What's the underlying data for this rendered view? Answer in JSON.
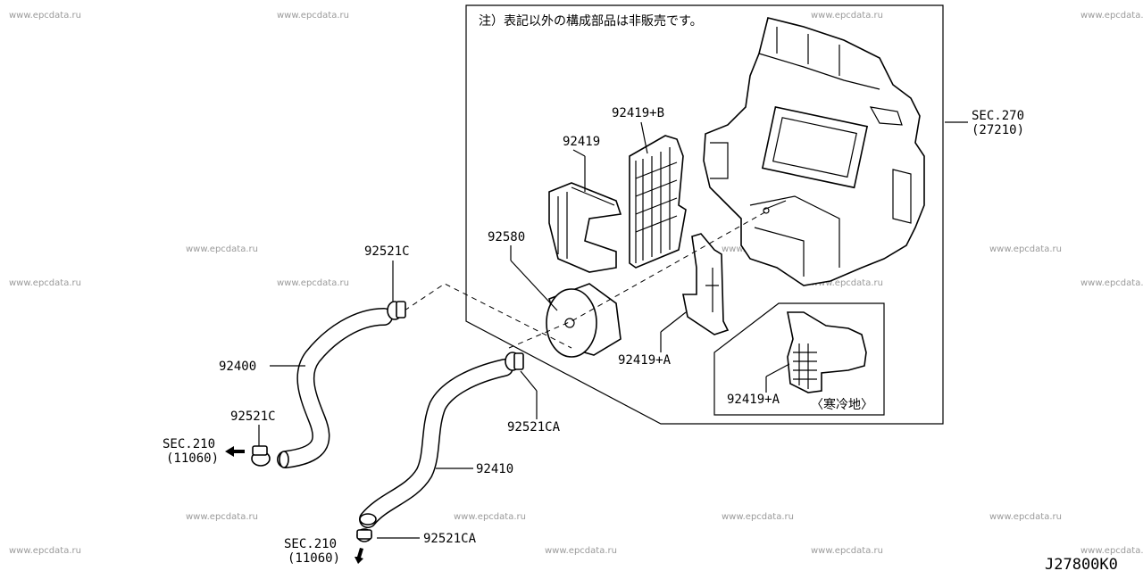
{
  "diagram": {
    "note": "注）表記以外の構成部品は非販売です。",
    "figure_code": "J27800K0",
    "watermark": "www.epcdata.ru",
    "parts": {
      "p92419b": "92419+B",
      "p92419": "92419",
      "p92580": "92580",
      "p92521c_top": "92521C",
      "p92400": "92400",
      "p92521c_low": "92521C",
      "p92521ca_mid": "92521CA",
      "p92410": "92410",
      "p92521ca_bot": "92521CA",
      "p92419a": "92419+A",
      "p92419a_inset": "92419+A",
      "cold_region": "〈寒冷地〉"
    },
    "sections": {
      "sec270": "SEC.270",
      "sec270_code": "(27210)",
      "sec210_a": "SEC.210",
      "sec210_a_code": "(11060)",
      "sec210_b": "SEC.210",
      "sec210_b_code": "(11060)"
    }
  }
}
